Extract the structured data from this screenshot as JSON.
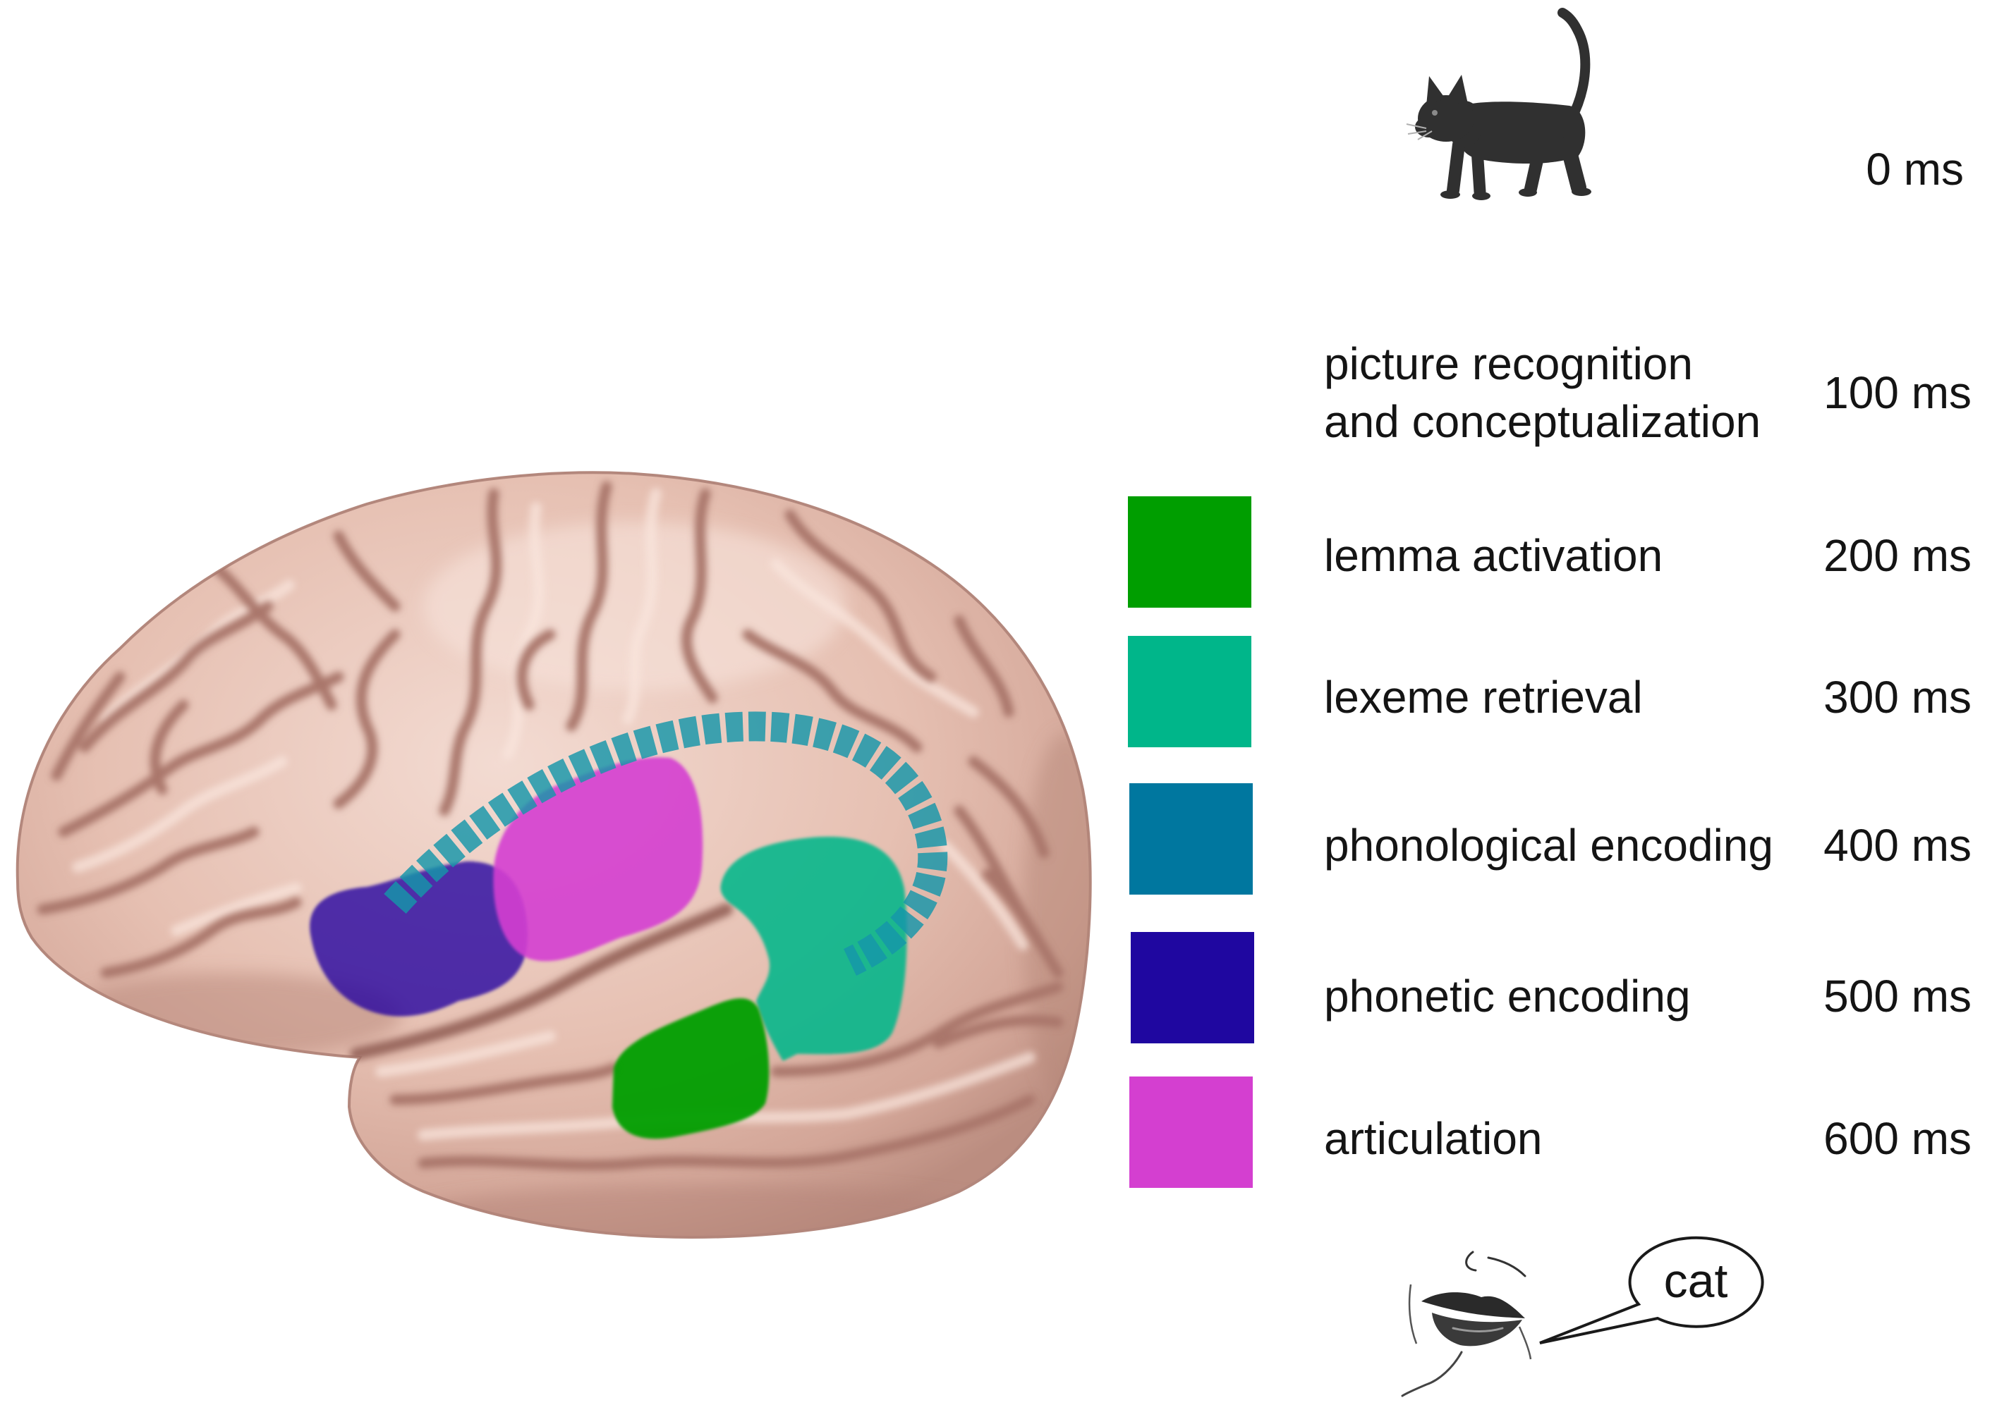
{
  "stimulus": {
    "icon": "cat-icon",
    "time": "0 ms"
  },
  "stages": [
    {
      "label": [
        "picture recognition",
        "and conceptualization"
      ],
      "time": "100 ms"
    },
    {
      "label": "lemma activation",
      "time": "200 ms",
      "color": "#009e00"
    },
    {
      "label": "lexeme retrieval",
      "time": "300 ms",
      "color": "#00b68a"
    },
    {
      "label": "phonological encoding",
      "time": "400 ms",
      "color": "#00779f"
    },
    {
      "label": "phonetic encoding",
      "time": "500 ms",
      "color": "#1f07a0"
    },
    {
      "label": "articulation",
      "time": "600 ms",
      "color": "#d43fd0"
    }
  ],
  "response": {
    "icon": "mouth-icon",
    "bubble": "cat"
  },
  "illustration": {
    "icon": "brain-lateral-view-icon",
    "arc_color": "#1596aa"
  }
}
